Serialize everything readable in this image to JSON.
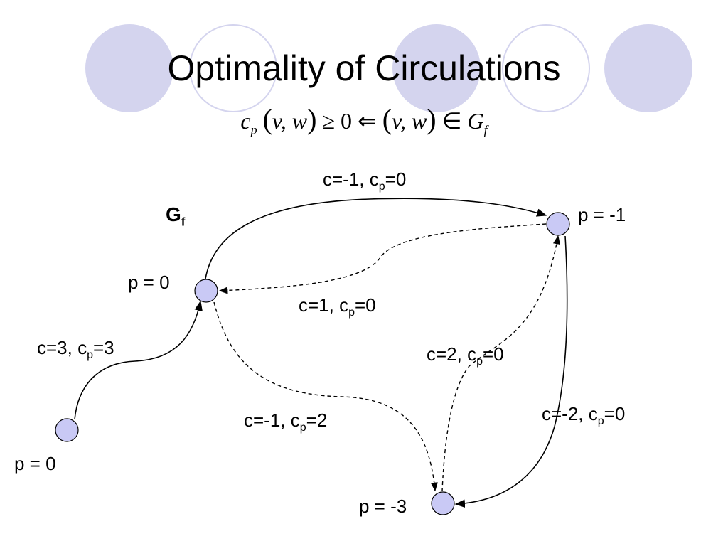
{
  "title": "Optimality of Circulations",
  "formula": {
    "lhs_func": "c",
    "lhs_sub": "p",
    "lhs_args": "v, w",
    "relation": "≥ 0 ⇐",
    "rhs_args": "v, w",
    "member": "∈",
    "graph": "G",
    "graph_sub": "f"
  },
  "graph_label": {
    "main": "G",
    "sub": "f"
  },
  "nodes": [
    {
      "id": "A",
      "potential": "p = 0"
    },
    {
      "id": "B",
      "potential": "p = -1"
    },
    {
      "id": "C",
      "potential": "p = -3"
    },
    {
      "id": "D",
      "potential": "p = 0"
    }
  ],
  "edges": [
    {
      "from": "A",
      "to": "B",
      "style": "solid",
      "label_c": "c=-1, c",
      "label_sub": "p",
      "label_tail": "=0"
    },
    {
      "from": "B",
      "to": "A",
      "style": "dashed",
      "label_c": "c=1, c",
      "label_sub": "p",
      "label_tail": "=0"
    },
    {
      "from": "D",
      "to": "A",
      "style": "solid",
      "label_c": "c=3, c",
      "label_sub": "p",
      "label_tail": "=3"
    },
    {
      "from": "A",
      "to": "C",
      "style": "dashed",
      "label_c": "c=-1, c",
      "label_sub": "p",
      "label_tail": "=2"
    },
    {
      "from": "C",
      "to": "B",
      "style": "dashed",
      "label_c": "c=2, c",
      "label_sub": "p",
      "label_tail": "=0"
    },
    {
      "from": "B",
      "to": "C",
      "style": "solid",
      "label_c": "c=-2, c",
      "label_sub": "p",
      "label_tail": "=0"
    }
  ],
  "colors": {
    "node_fill": "#c9c9f5",
    "deco_circle": "#d4d4ee",
    "stroke": "#000000"
  }
}
